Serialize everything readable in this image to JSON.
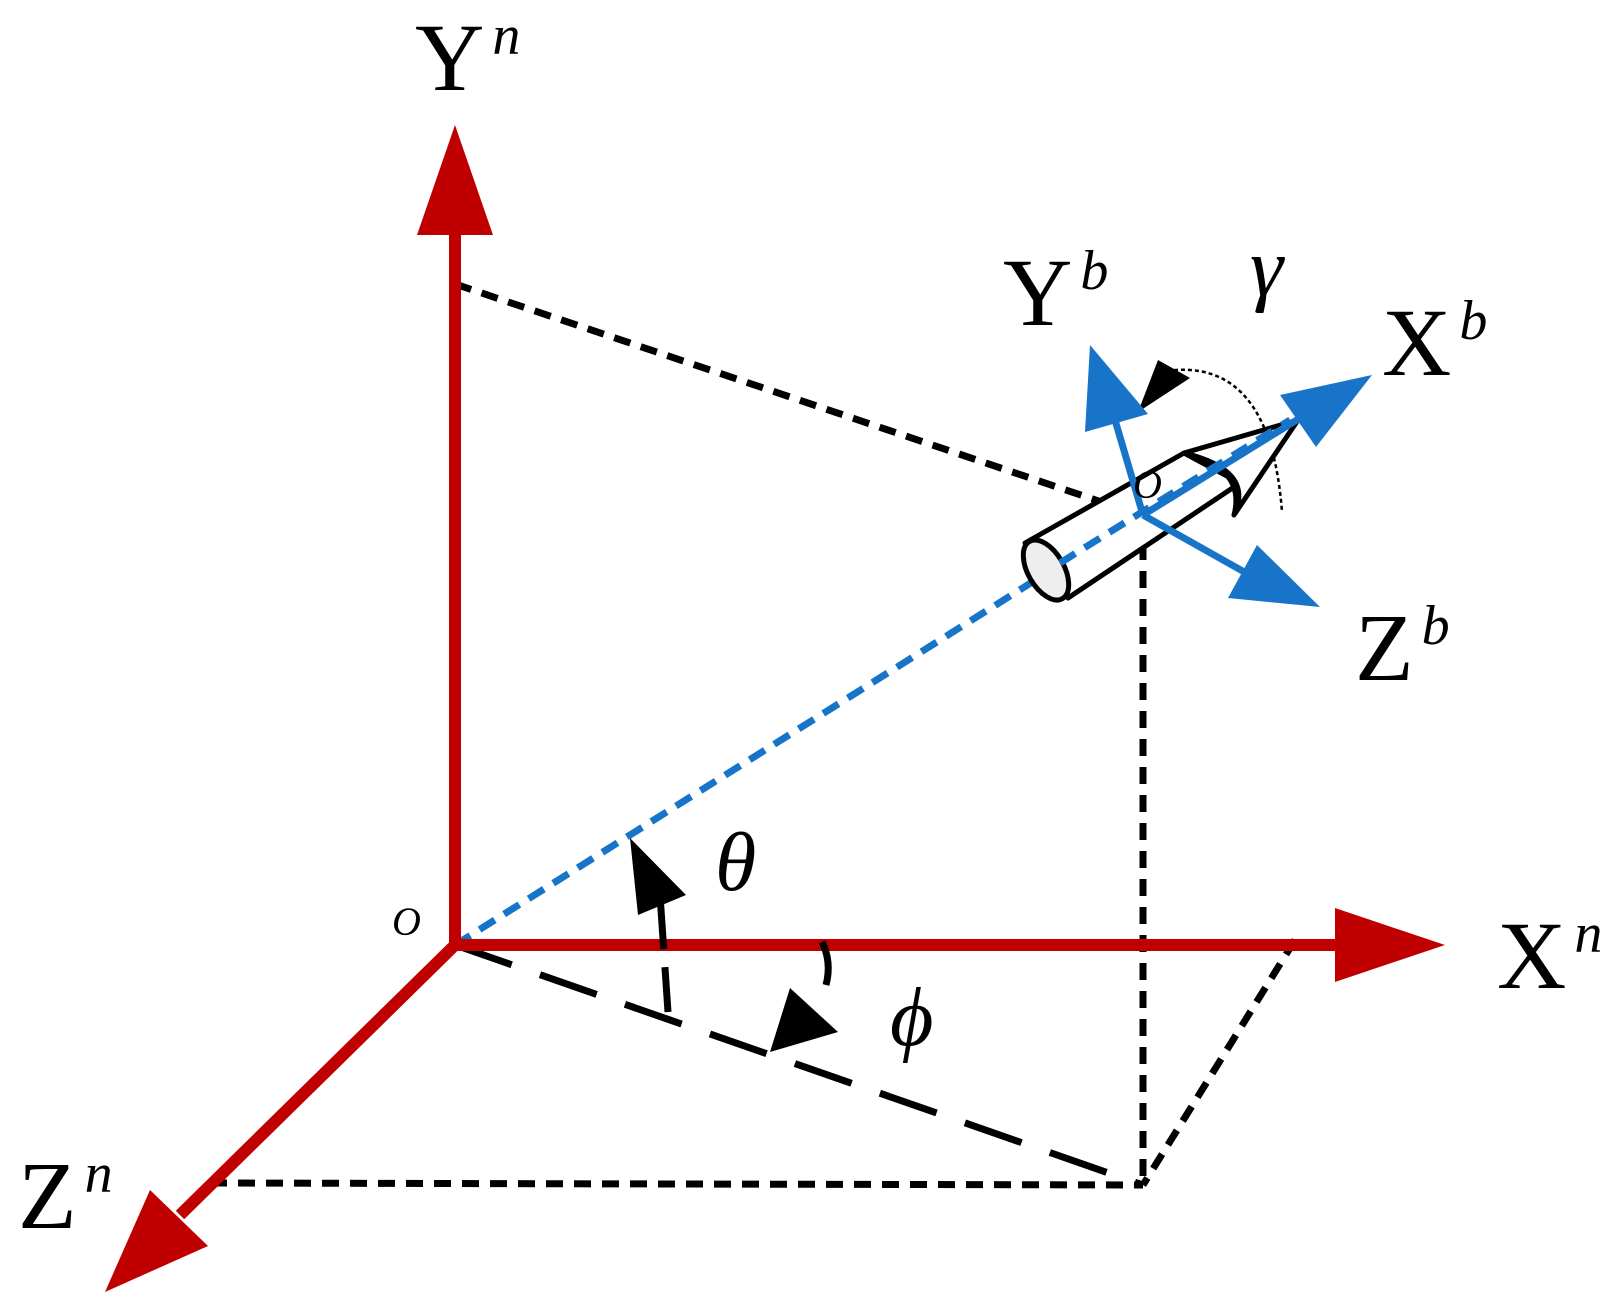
{
  "colors": {
    "inertial_axis": "#c00000",
    "body_axis": "#1874c8",
    "projection": "#000000",
    "body_outline": "#000000",
    "body_fill": "#ffffff",
    "nose_face_fill": "#eeeeee"
  },
  "axes_inertial": {
    "x": {
      "base": "X",
      "sup": "n"
    },
    "y": {
      "base": "Y",
      "sup": "n"
    },
    "z": {
      "base": "Z",
      "sup": "n"
    }
  },
  "axes_body": {
    "x": {
      "base": "X",
      "sup": "b"
    },
    "y": {
      "base": "Y",
      "sup": "b"
    },
    "z": {
      "base": "Z",
      "sup": "b"
    }
  },
  "angles": {
    "theta": "θ",
    "phi": "ϕ",
    "gamma": "γ"
  },
  "origins": {
    "inertial": "O",
    "body": "O"
  },
  "icons": {
    "theta_arrow": "arrowhead-icon",
    "phi_arrow": "arrowhead-icon",
    "gamma_arrow": "arrowhead-icon",
    "missile": "missile-icon"
  }
}
